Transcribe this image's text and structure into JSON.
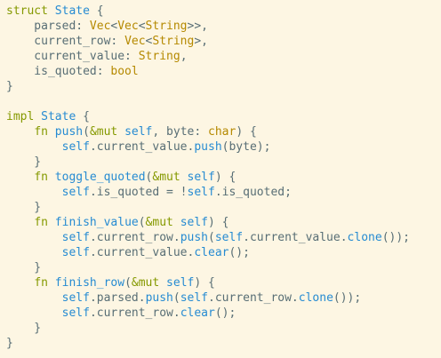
{
  "colors": {
    "background": "#fdf6e3",
    "text": "#586e75",
    "keyword": "#859900",
    "type_name": "#268bd2",
    "primitive_type": "#b58900",
    "function": "#268bd2",
    "self": "#268bd2"
  },
  "code": {
    "lines": [
      [
        [
          "kw",
          "struct"
        ],
        [
          "tx",
          " "
        ],
        [
          "ty",
          "State"
        ],
        [
          "tx",
          " {"
        ]
      ],
      [
        [
          "tx",
          "    parsed: "
        ],
        [
          "tp",
          "Vec"
        ],
        [
          "tx",
          "<"
        ],
        [
          "tp",
          "Vec"
        ],
        [
          "tx",
          "<"
        ],
        [
          "tp",
          "String"
        ],
        [
          "tx",
          ">>,"
        ]
      ],
      [
        [
          "tx",
          "    current_row: "
        ],
        [
          "tp",
          "Vec"
        ],
        [
          "tx",
          "<"
        ],
        [
          "tp",
          "String"
        ],
        [
          "tx",
          ">,"
        ]
      ],
      [
        [
          "tx",
          "    current_value: "
        ],
        [
          "tp",
          "String"
        ],
        [
          "tx",
          ","
        ]
      ],
      [
        [
          "tx",
          "    is_quoted: "
        ],
        [
          "tp",
          "bool"
        ]
      ],
      [
        [
          "tx",
          "}"
        ]
      ],
      [
        [
          "tx",
          ""
        ]
      ],
      [
        [
          "kw",
          "impl"
        ],
        [
          "tx",
          " "
        ],
        [
          "ty",
          "State"
        ],
        [
          "tx",
          " {"
        ]
      ],
      [
        [
          "tx",
          "    "
        ],
        [
          "kw",
          "fn"
        ],
        [
          "tx",
          " "
        ],
        [
          "fn",
          "push"
        ],
        [
          "tx",
          "("
        ],
        [
          "kw",
          "&mut"
        ],
        [
          "tx",
          " "
        ],
        [
          "vs",
          "self"
        ],
        [
          "tx",
          ", byte: "
        ],
        [
          "tp",
          "char"
        ],
        [
          "tx",
          ") {"
        ]
      ],
      [
        [
          "tx",
          "        "
        ],
        [
          "vs",
          "self"
        ],
        [
          "tx",
          ".current_value."
        ],
        [
          "fn",
          "push"
        ],
        [
          "tx",
          "(byte);"
        ]
      ],
      [
        [
          "tx",
          "    }"
        ]
      ],
      [
        [
          "tx",
          "    "
        ],
        [
          "kw",
          "fn"
        ],
        [
          "tx",
          " "
        ],
        [
          "fn",
          "toggle_quoted"
        ],
        [
          "tx",
          "("
        ],
        [
          "kw",
          "&mut"
        ],
        [
          "tx",
          " "
        ],
        [
          "vs",
          "self"
        ],
        [
          "tx",
          ") {"
        ]
      ],
      [
        [
          "tx",
          "        "
        ],
        [
          "vs",
          "self"
        ],
        [
          "tx",
          ".is_quoted = !"
        ],
        [
          "vs",
          "self"
        ],
        [
          "tx",
          ".is_quoted;"
        ]
      ],
      [
        [
          "tx",
          "    }"
        ]
      ],
      [
        [
          "tx",
          "    "
        ],
        [
          "kw",
          "fn"
        ],
        [
          "tx",
          " "
        ],
        [
          "fn",
          "finish_value"
        ],
        [
          "tx",
          "("
        ],
        [
          "kw",
          "&mut"
        ],
        [
          "tx",
          " "
        ],
        [
          "vs",
          "self"
        ],
        [
          "tx",
          ") {"
        ]
      ],
      [
        [
          "tx",
          "        "
        ],
        [
          "vs",
          "self"
        ],
        [
          "tx",
          ".current_row."
        ],
        [
          "fn",
          "push"
        ],
        [
          "tx",
          "("
        ],
        [
          "vs",
          "self"
        ],
        [
          "tx",
          ".current_value."
        ],
        [
          "fn",
          "clone"
        ],
        [
          "tx",
          "());"
        ]
      ],
      [
        [
          "tx",
          "        "
        ],
        [
          "vs",
          "self"
        ],
        [
          "tx",
          ".current_value."
        ],
        [
          "fn",
          "clear"
        ],
        [
          "tx",
          "();"
        ]
      ],
      [
        [
          "tx",
          "    }"
        ]
      ],
      [
        [
          "tx",
          "    "
        ],
        [
          "kw",
          "fn"
        ],
        [
          "tx",
          " "
        ],
        [
          "fn",
          "finish_row"
        ],
        [
          "tx",
          "("
        ],
        [
          "kw",
          "&mut"
        ],
        [
          "tx",
          " "
        ],
        [
          "vs",
          "self"
        ],
        [
          "tx",
          ") {"
        ]
      ],
      [
        [
          "tx",
          "        "
        ],
        [
          "vs",
          "self"
        ],
        [
          "tx",
          ".parsed."
        ],
        [
          "fn",
          "push"
        ],
        [
          "tx",
          "("
        ],
        [
          "vs",
          "self"
        ],
        [
          "tx",
          ".current_row."
        ],
        [
          "fn",
          "clone"
        ],
        [
          "tx",
          "());"
        ]
      ],
      [
        [
          "tx",
          "        "
        ],
        [
          "vs",
          "self"
        ],
        [
          "tx",
          ".current_row."
        ],
        [
          "fn",
          "clear"
        ],
        [
          "tx",
          "();"
        ]
      ],
      [
        [
          "tx",
          "    }"
        ]
      ],
      [
        [
          "tx",
          "}"
        ]
      ]
    ]
  }
}
